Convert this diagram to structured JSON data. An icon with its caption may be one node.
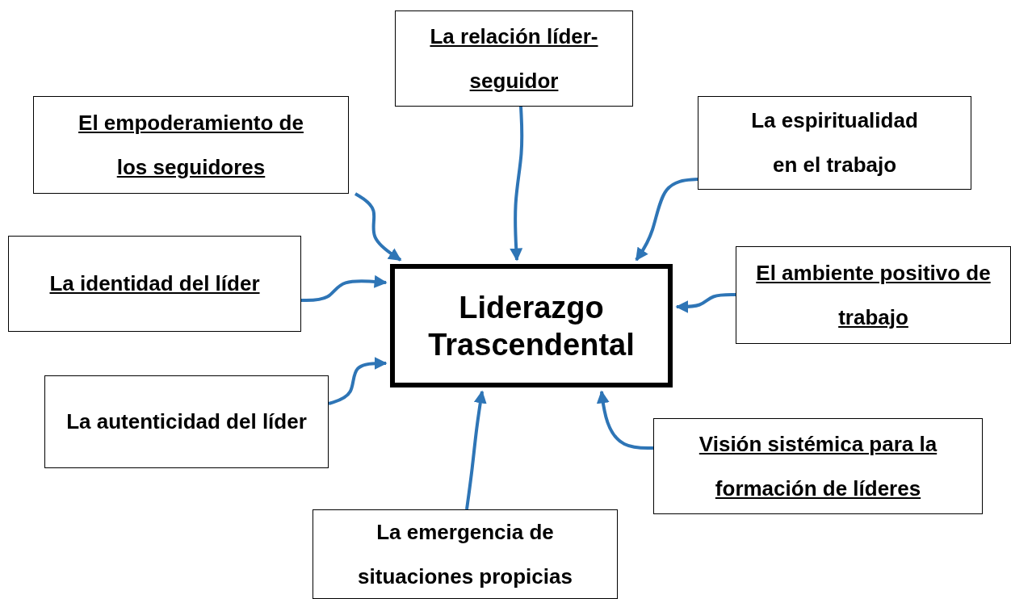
{
  "diagram": {
    "nodes": [
      {
        "text": [
          "Liderazgo Trascendental"
        ]
      },
      {
        "text": [
          "La relación líder-seguidor"
        ]
      },
      {
        "text": [
          "El empoderamiento de los seguidores"
        ]
      },
      {
        "text": [
          "La espiritualidad en el trabajo"
        ]
      },
      {
        "text": [
          "La identidad del líder"
        ]
      },
      {
        "text": [
          "El ambiente positivo de trabajo"
        ]
      },
      {
        "text": [
          "La autenticidad del líder"
        ]
      },
      {
        "text": [
          "Visión sistémica para la formación de líderes"
        ]
      },
      {
        "text": [
          "La emergencia de situaciones propicias"
        ]
      }
    ],
    "edges": [
      {
        "from": 1,
        "to": 0,
        "arrow": "to"
      },
      {
        "from": 2,
        "to": 0,
        "arrow": "to"
      },
      {
        "from": 3,
        "to": 0,
        "arrow": "to"
      },
      {
        "from": 4,
        "to": 0,
        "arrow": "to"
      },
      {
        "from": 5,
        "to": 0,
        "arrow": "to"
      },
      {
        "from": 6,
        "to": 0,
        "arrow": "to"
      },
      {
        "from": 7,
        "to": 0,
        "arrow": "to"
      },
      {
        "from": 8,
        "to": 0,
        "arrow": "to"
      }
    ]
  }
}
